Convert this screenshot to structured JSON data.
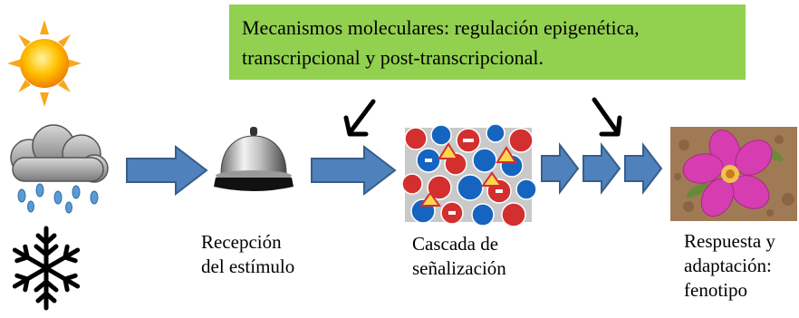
{
  "mechanisms": {
    "line1": "Mecanismos moleculares: regulación epigenética,",
    "line2": "transcripcional y post-transcripcional."
  },
  "labels": {
    "reception": [
      "Recepción",
      "del estímulo"
    ],
    "cascade": [
      "Cascada de",
      "señalización"
    ],
    "response": [
      "Respuesta y",
      "adaptación:",
      "fenotipo"
    ]
  },
  "icons": [
    "sun-icon",
    "rain-cloud-icon",
    "snowflake-icon",
    "service-bell-icon",
    "traffic-signs-image",
    "pink-flower-image"
  ],
  "colors": {
    "box_green": "#92d050",
    "arrow_blue": "#4f81bd",
    "arrow_border": "#385d8a"
  }
}
